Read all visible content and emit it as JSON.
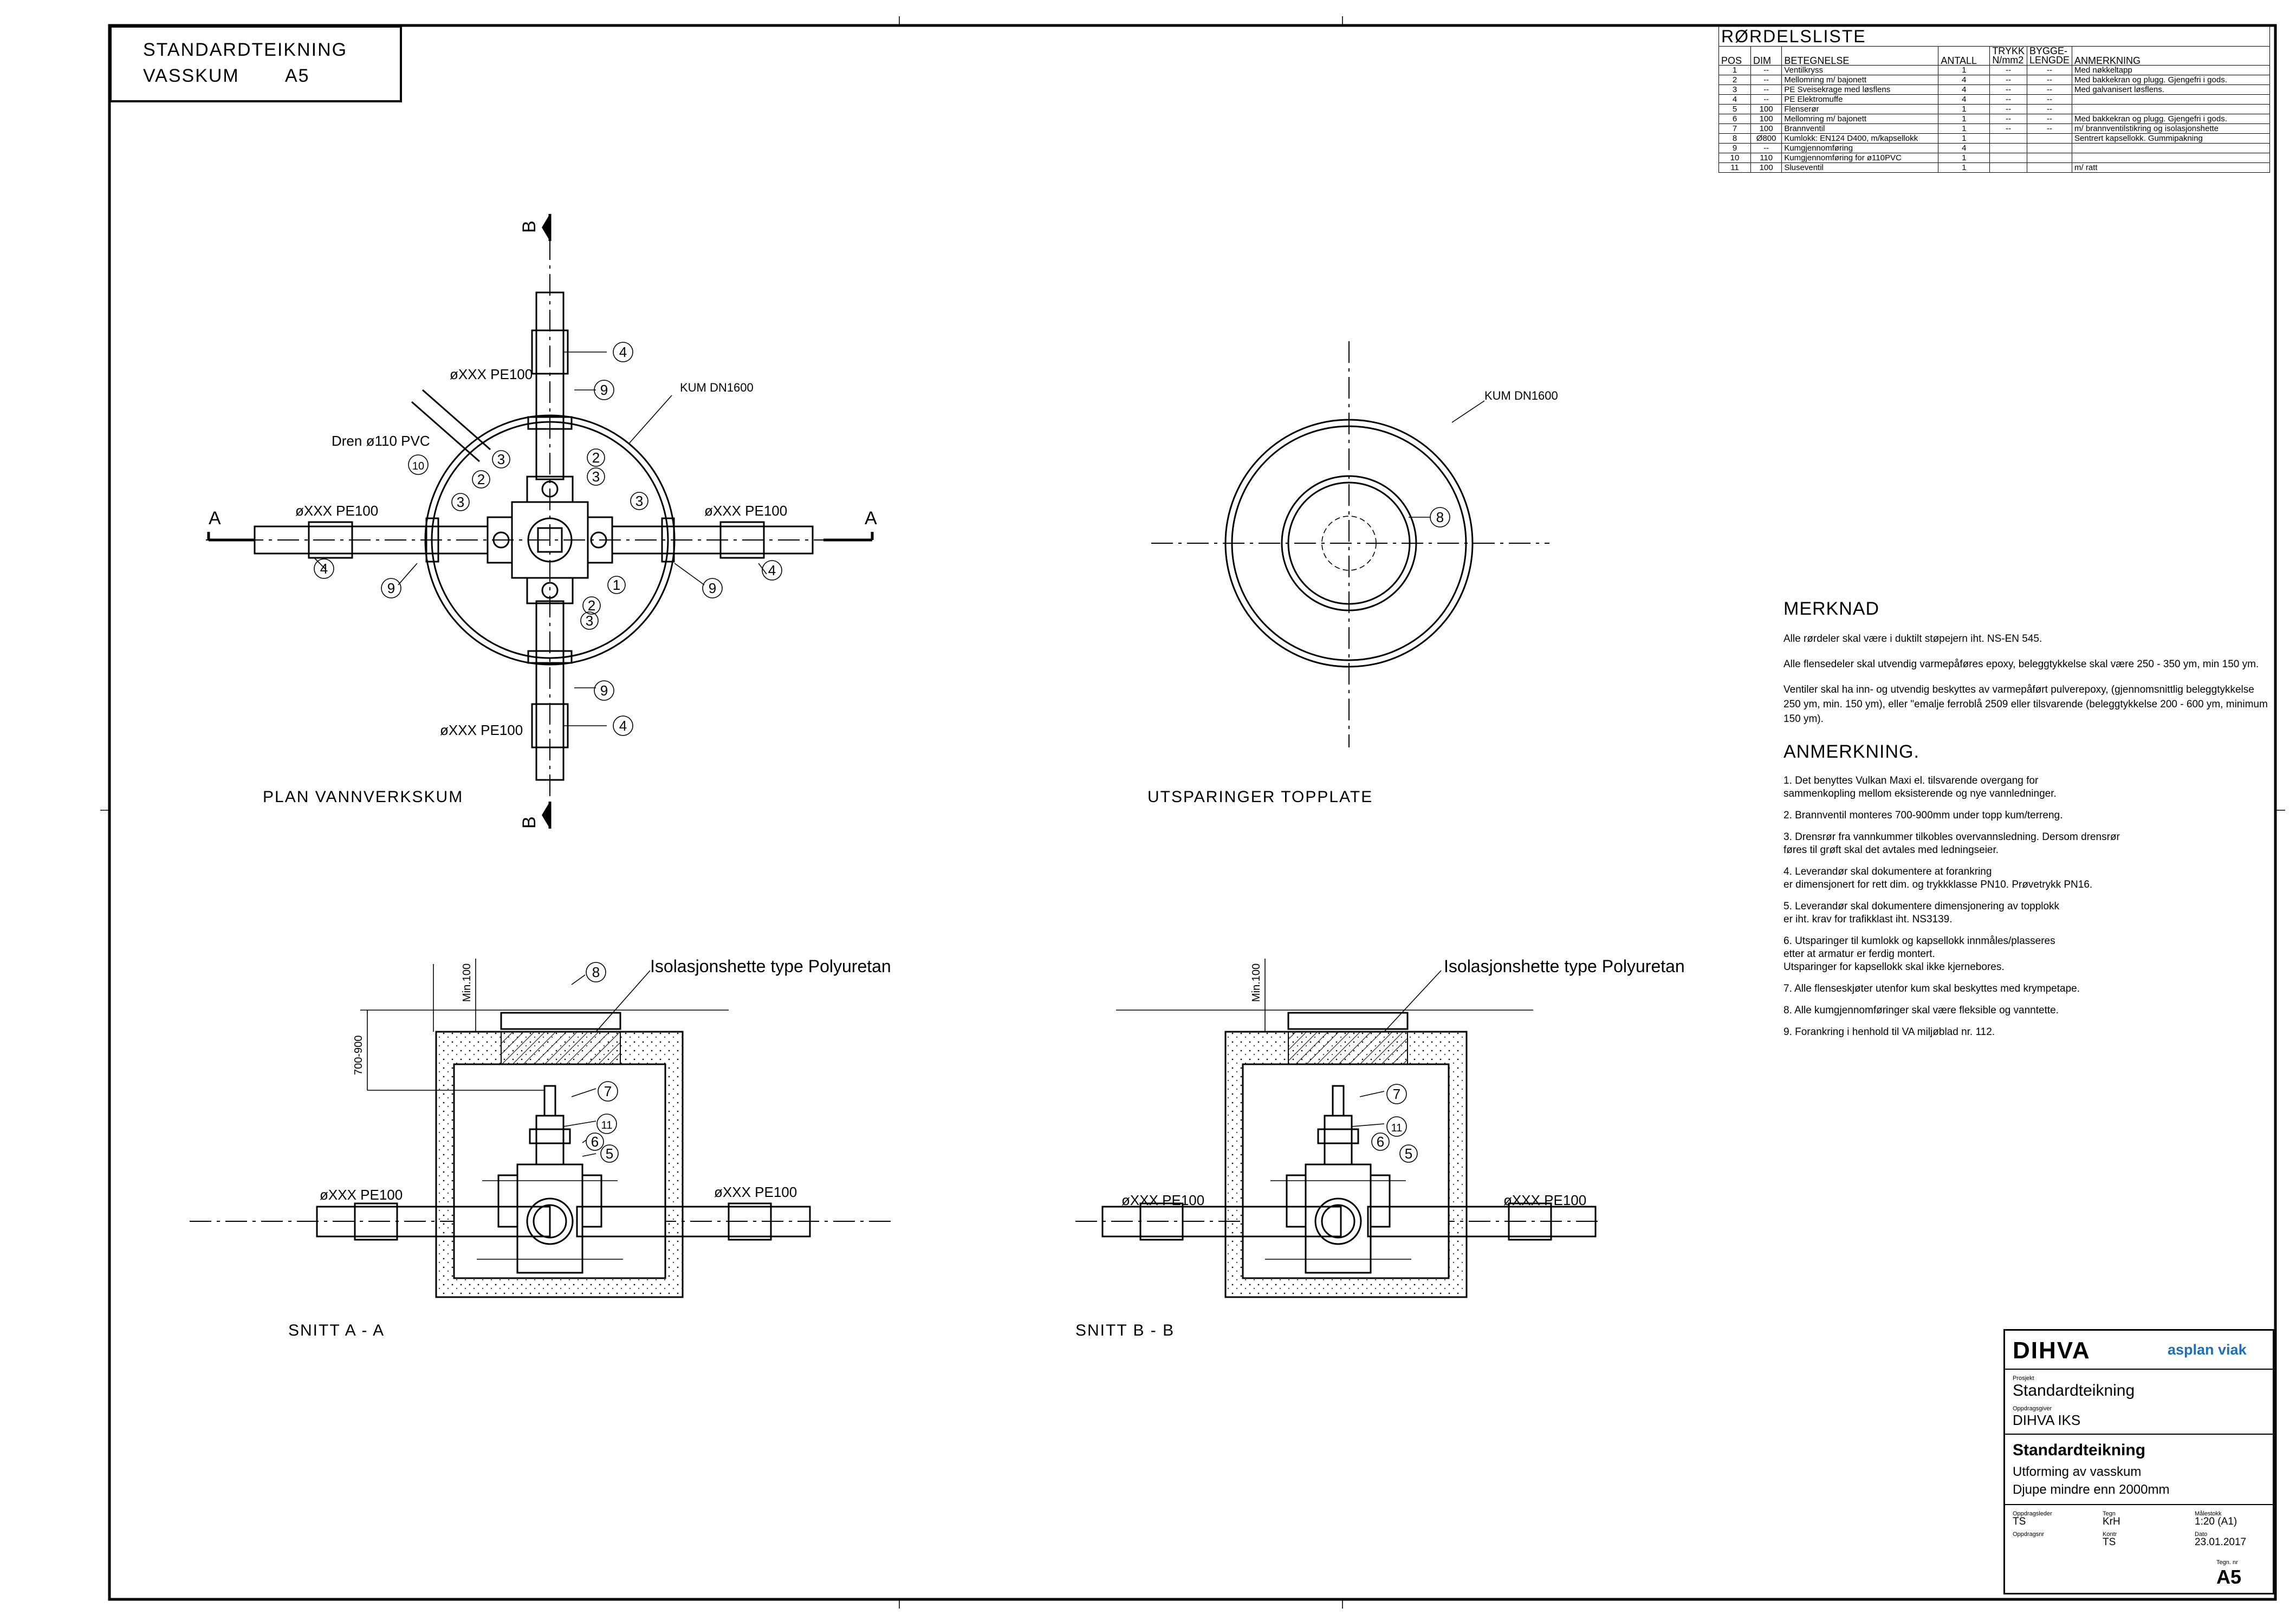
{
  "sheet": {
    "title_line1": "STANDARDTEIKNING",
    "title_line2": "VASSKUM",
    "sheet_code": "A5"
  },
  "pipe_list": {
    "title": "RØRDELSLISTE",
    "columns": [
      "POS",
      "DIM",
      "BETEGNELSE",
      "ANTALL",
      "TRYKK N/mm2",
      "BYGGE-LENGDE",
      "ANMERKNING"
    ],
    "rows": [
      [
        "1",
        "--",
        "Ventilkryss",
        "1",
        "--",
        "--",
        "Med nøkkeltapp"
      ],
      [
        "2",
        "--",
        "Mellomring m/ bajonett",
        "4",
        "--",
        "--",
        "Med bakkekran og plugg. Gjengefri i gods."
      ],
      [
        "3",
        "--",
        "PE Sveisekrage med løsflens",
        "4",
        "--",
        "--",
        "Med galvanisert løsflens."
      ],
      [
        "4",
        "--",
        "PE Elektromuffe",
        "4",
        "--",
        "--",
        ""
      ],
      [
        "5",
        "100",
        "Flenserør",
        "1",
        "--",
        "--",
        ""
      ],
      [
        "6",
        "100",
        "Mellomring m/ bajonett",
        "1",
        "--",
        "--",
        "Med bakkekran og plugg. Gjengefri i gods."
      ],
      [
        "7",
        "100",
        "Brannventil",
        "1",
        "--",
        "--",
        "m/ brannventilstikring og isolasjonshette"
      ],
      [
        "8",
        "Ø800",
        "Kumlokk: EN124 D400, m/kapsellokk",
        "1",
        "",
        "",
        "Sentrert kapsellokk. Gummipakning"
      ],
      [
        "9",
        "--",
        "Kumgjennomføring",
        "4",
        "",
        "",
        ""
      ],
      [
        "10",
        "110",
        "Kumgjennomføring for ø110PVC",
        "1",
        "",
        "",
        ""
      ],
      [
        "11",
        "100",
        "Sluseventil",
        "1",
        "",
        "",
        "m/ ratt"
      ]
    ]
  },
  "views": {
    "plan_label": "PLAN VANNVERKSKUM",
    "topplate_label": "UTSPARINGER TOPPLATE",
    "section_a_label": "SNITT A - A",
    "section_b_label": "SNITT B - B",
    "section_letter_a": "A",
    "section_letter_b": "B",
    "kum_label": "KUM DN1600",
    "pipe_label": "øXXX PE100",
    "dren_label": "Dren ø110 PVC",
    "insulation_label": "Isolasjonshette type Polyuretan",
    "dim_min100": "Min.100",
    "dim_700_900": "700-900",
    "balloons": [
      "1",
      "2",
      "3",
      "4",
      "5",
      "6",
      "7",
      "8",
      "9",
      "10",
      "11"
    ]
  },
  "notes": {
    "merknad_title": "MERKNAD",
    "merknad": [
      "Alle rørdeler skal være i duktilt støpejern iht. NS-EN 545.",
      "Alle flensedeler skal utvendig varmepåføres epoxy, beleggtykkelse skal være 250 - 350 ym, min 150 ym.",
      "Ventiler skal ha inn- og utvendig  beskyttes av varmepåført pulverepoxy, (gjennomsnittlig beleggtykkelse 250 ym, min. 150 ym), eller \"emalje ferroblå 2509 eller tilsvarende (beleggtykkelse 200 - 600 ym, minimum 150 ym)."
    ],
    "anmerkning_title": "ANMERKNING.",
    "anmerkning": [
      "1. Det benyttes Vulkan Maxi el. tilsvarende overgang for\n   sammenkopling mellom eksisterende og nye vannledninger.",
      "2. Brannventil monteres 700-900mm under topp kum/terreng.",
      "3. Drensrør fra vannkummer tilkobles overvannsledning. Dersom drensrør\n   føres til grøft skal det avtales med ledningseier.",
      "4. Leverandør skal dokumentere at forankring\n   er dimensjonert for rett dim. og trykkklasse PN10. Prøvetrykk PN16.",
      "5. Leverandør skal dokumentere dimensjonering av topplokk\n   er iht. krav for trafikklast iht. NS3139.",
      "6. Utsparinger til kumlokk og kapsellokk innmåles/plasseres\n   etter at armatur er ferdig montert.\n   Utsparinger for kapsellokk skal ikke kjernebores.",
      "7.  Alle flenseskjøter utenfor kum skal beskyttes med krympetape.",
      "8. Alle kumgjennomføringer skal være fleksible og vanntette.",
      "9. Forankring i henhold til VA miljøblad nr. 112."
    ]
  },
  "title_block": {
    "logo_left": "DIHVA",
    "logo_right": "asplan viak",
    "prosjekt_label": "Prosjekt",
    "prosjekt": "Standardteikning",
    "oppdragsgiver_label": "Oppdragsgiver",
    "oppdragsgiver": "DIHVA IKS",
    "drawing_title": "Standardteikning",
    "drawing_sub1": "Utforming av vasskum",
    "drawing_sub2": "Djupe mindre enn 2000mm",
    "oppdragsleder_label": "Oppdragsleder",
    "oppdragsleder": "TS",
    "tegn_label": "Tegn",
    "tegn": "KrH",
    "malestokk_label": "Målestokk",
    "malestokk": "1:20 (A1)",
    "oppdragsnr_label": "Oppdragsnr",
    "kontr_label": "Kontr",
    "kontr": "TS",
    "dato_label": "Dato",
    "dato": "23.01.2017",
    "tegn_nr_label": "Tegn. nr",
    "tegn_nr": "A5"
  }
}
